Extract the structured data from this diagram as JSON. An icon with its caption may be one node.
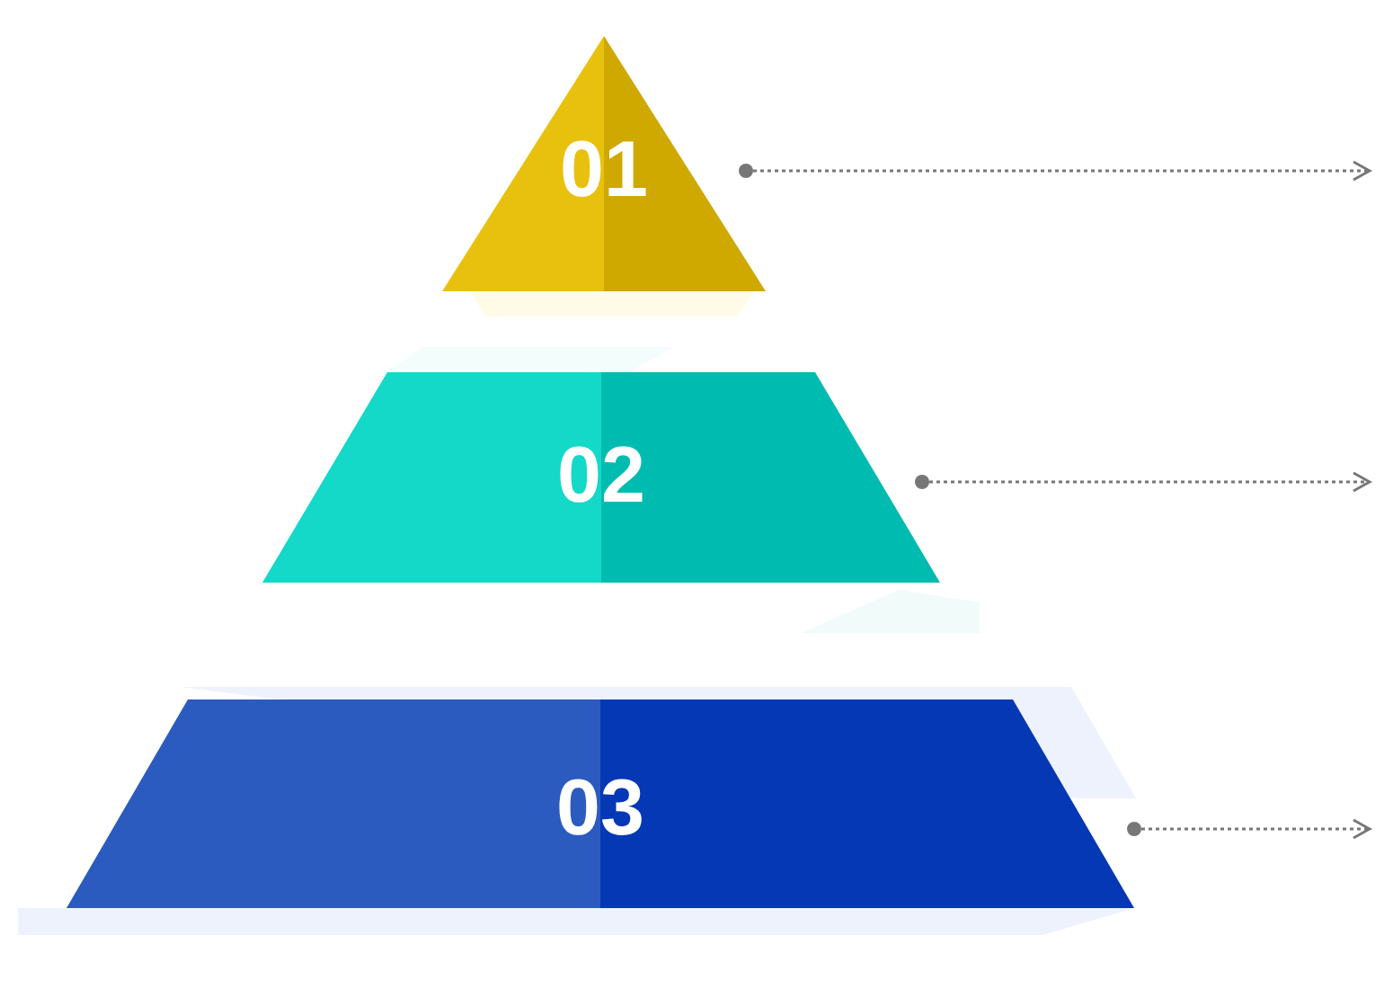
{
  "diagram": {
    "nodes": [
      {
        "text": [
          "01"
        ]
      },
      {
        "text": [
          "02"
        ]
      },
      {
        "text": [
          "03"
        ]
      }
    ],
    "edges": [
      {
        "from": 0,
        "to": null,
        "arrow": "to",
        "style": "dashed"
      },
      {
        "from": 1,
        "to": null,
        "arrow": "to",
        "style": "dashed"
      },
      {
        "from": 2,
        "to": null,
        "arrow": "to",
        "style": "dashed"
      }
    ]
  }
}
